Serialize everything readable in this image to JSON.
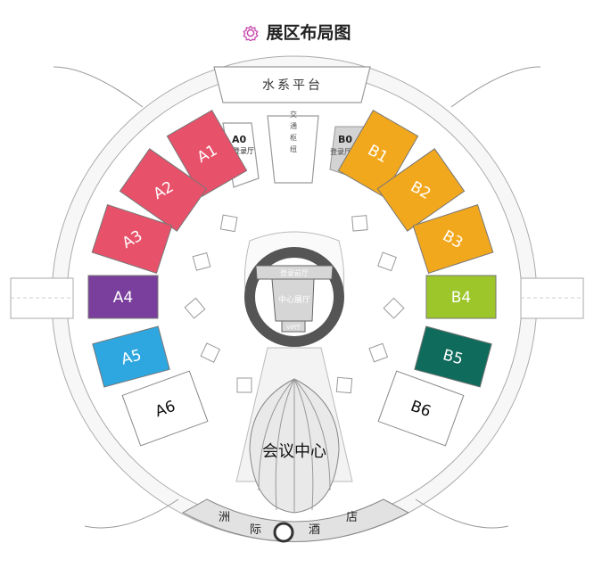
{
  "title": "展区布局图",
  "title_icon": "gear-flower-icon",
  "water_platform": "水系平台",
  "transport_hub": "交通枢纽",
  "lobbies": {
    "a0_code": "A0",
    "a0_label": "登录厅",
    "b0_code": "B0",
    "b0_label": "登录厅"
  },
  "center": {
    "front_hall": "登录前厅",
    "main_hall": "中心展厅",
    "vip": "VIP厅"
  },
  "conference": "会议中心",
  "hotel": [
    "洲",
    "际",
    "酒",
    "店"
  ],
  "halls": [
    {
      "id": "A1",
      "color": "#e8516a"
    },
    {
      "id": "A2",
      "color": "#e8516a"
    },
    {
      "id": "A3",
      "color": "#e8516a"
    },
    {
      "id": "A4",
      "color": "#7a3f9c"
    },
    {
      "id": "A5",
      "color": "#2ea7e0"
    },
    {
      "id": "A6",
      "color": "#ffffff"
    },
    {
      "id": "B1",
      "color": "#f2a81d"
    },
    {
      "id": "B2",
      "color": "#f2a81d"
    },
    {
      "id": "B3",
      "color": "#f2a81d"
    },
    {
      "id": "B4",
      "color": "#9cc62a"
    },
    {
      "id": "B5",
      "color": "#0f6b5c"
    },
    {
      "id": "B6",
      "color": "#ffffff"
    }
  ]
}
